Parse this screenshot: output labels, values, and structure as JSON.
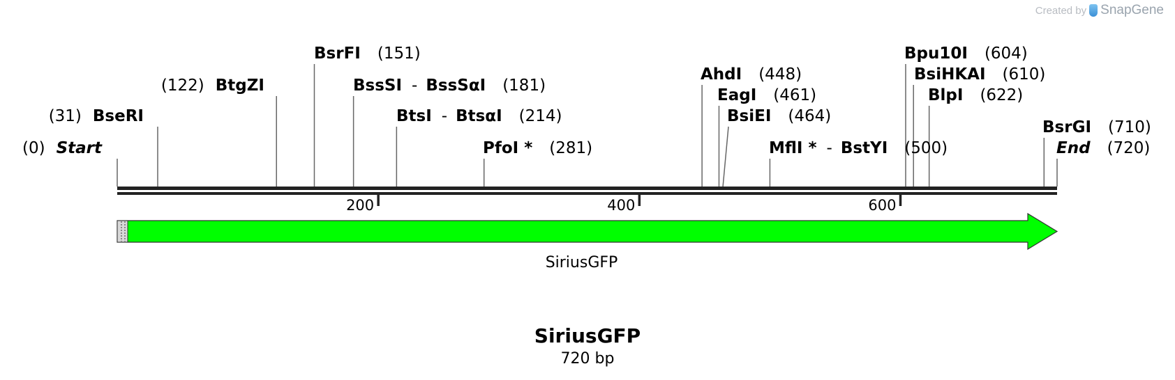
{
  "watermark": {
    "prefix": "Created by",
    "brand": "SnapGene"
  },
  "map": {
    "name": "SiriusGFP",
    "length_label": "720 bp",
    "length_bp": 720,
    "feature": {
      "label": "SiriusGFP",
      "start": 0,
      "end": 720,
      "color": "#00ff00"
    },
    "ticks": [
      {
        "pos": 200,
        "label": "200"
      },
      {
        "pos": 400,
        "label": "400"
      },
      {
        "pos": 600,
        "label": "600"
      }
    ],
    "sites": [
      {
        "pos": 0,
        "name": "Start",
        "pos_label": "(0)",
        "italic": true,
        "side": "left"
      },
      {
        "pos": 31,
        "name": "BseRI",
        "pos_label": "(31)",
        "side": "left"
      },
      {
        "pos": 122,
        "name": "BtgZI",
        "pos_label": "(122)",
        "side": "left"
      },
      {
        "pos": 151,
        "name": "BsrFI",
        "pos_label": "(151)",
        "side": "right"
      },
      {
        "pos": 181,
        "name": "BssSI",
        "name2": "BssSαI",
        "pos_label": "(181)",
        "side": "right"
      },
      {
        "pos": 214,
        "name": "BtsI",
        "name2": "BtsαI",
        "pos_label": "(214)",
        "side": "right"
      },
      {
        "pos": 281,
        "name": "PfoI *",
        "pos_label": "(281)",
        "side": "right"
      },
      {
        "pos": 448,
        "name": "AhdI",
        "pos_label": "(448)",
        "side": "right"
      },
      {
        "pos": 461,
        "name": "EagI",
        "pos_label": "(461)",
        "side": "right"
      },
      {
        "pos": 464,
        "name": "BsiEI",
        "pos_label": "(464)",
        "side": "right"
      },
      {
        "pos": 500,
        "name": "MflI *",
        "name2": "BstYI",
        "pos_label": "(500)",
        "side": "right"
      },
      {
        "pos": 604,
        "name": "Bpu10I",
        "pos_label": "(604)",
        "side": "right"
      },
      {
        "pos": 610,
        "name": "BsiHKAI",
        "pos_label": "(610)",
        "side": "right"
      },
      {
        "pos": 622,
        "name": "BlpI",
        "pos_label": "(622)",
        "side": "right"
      },
      {
        "pos": 710,
        "name": "BsrGI",
        "pos_label": "(710)",
        "side": "right"
      },
      {
        "pos": 720,
        "name": "End",
        "pos_label": "(720)",
        "italic": true,
        "side": "right"
      }
    ]
  }
}
